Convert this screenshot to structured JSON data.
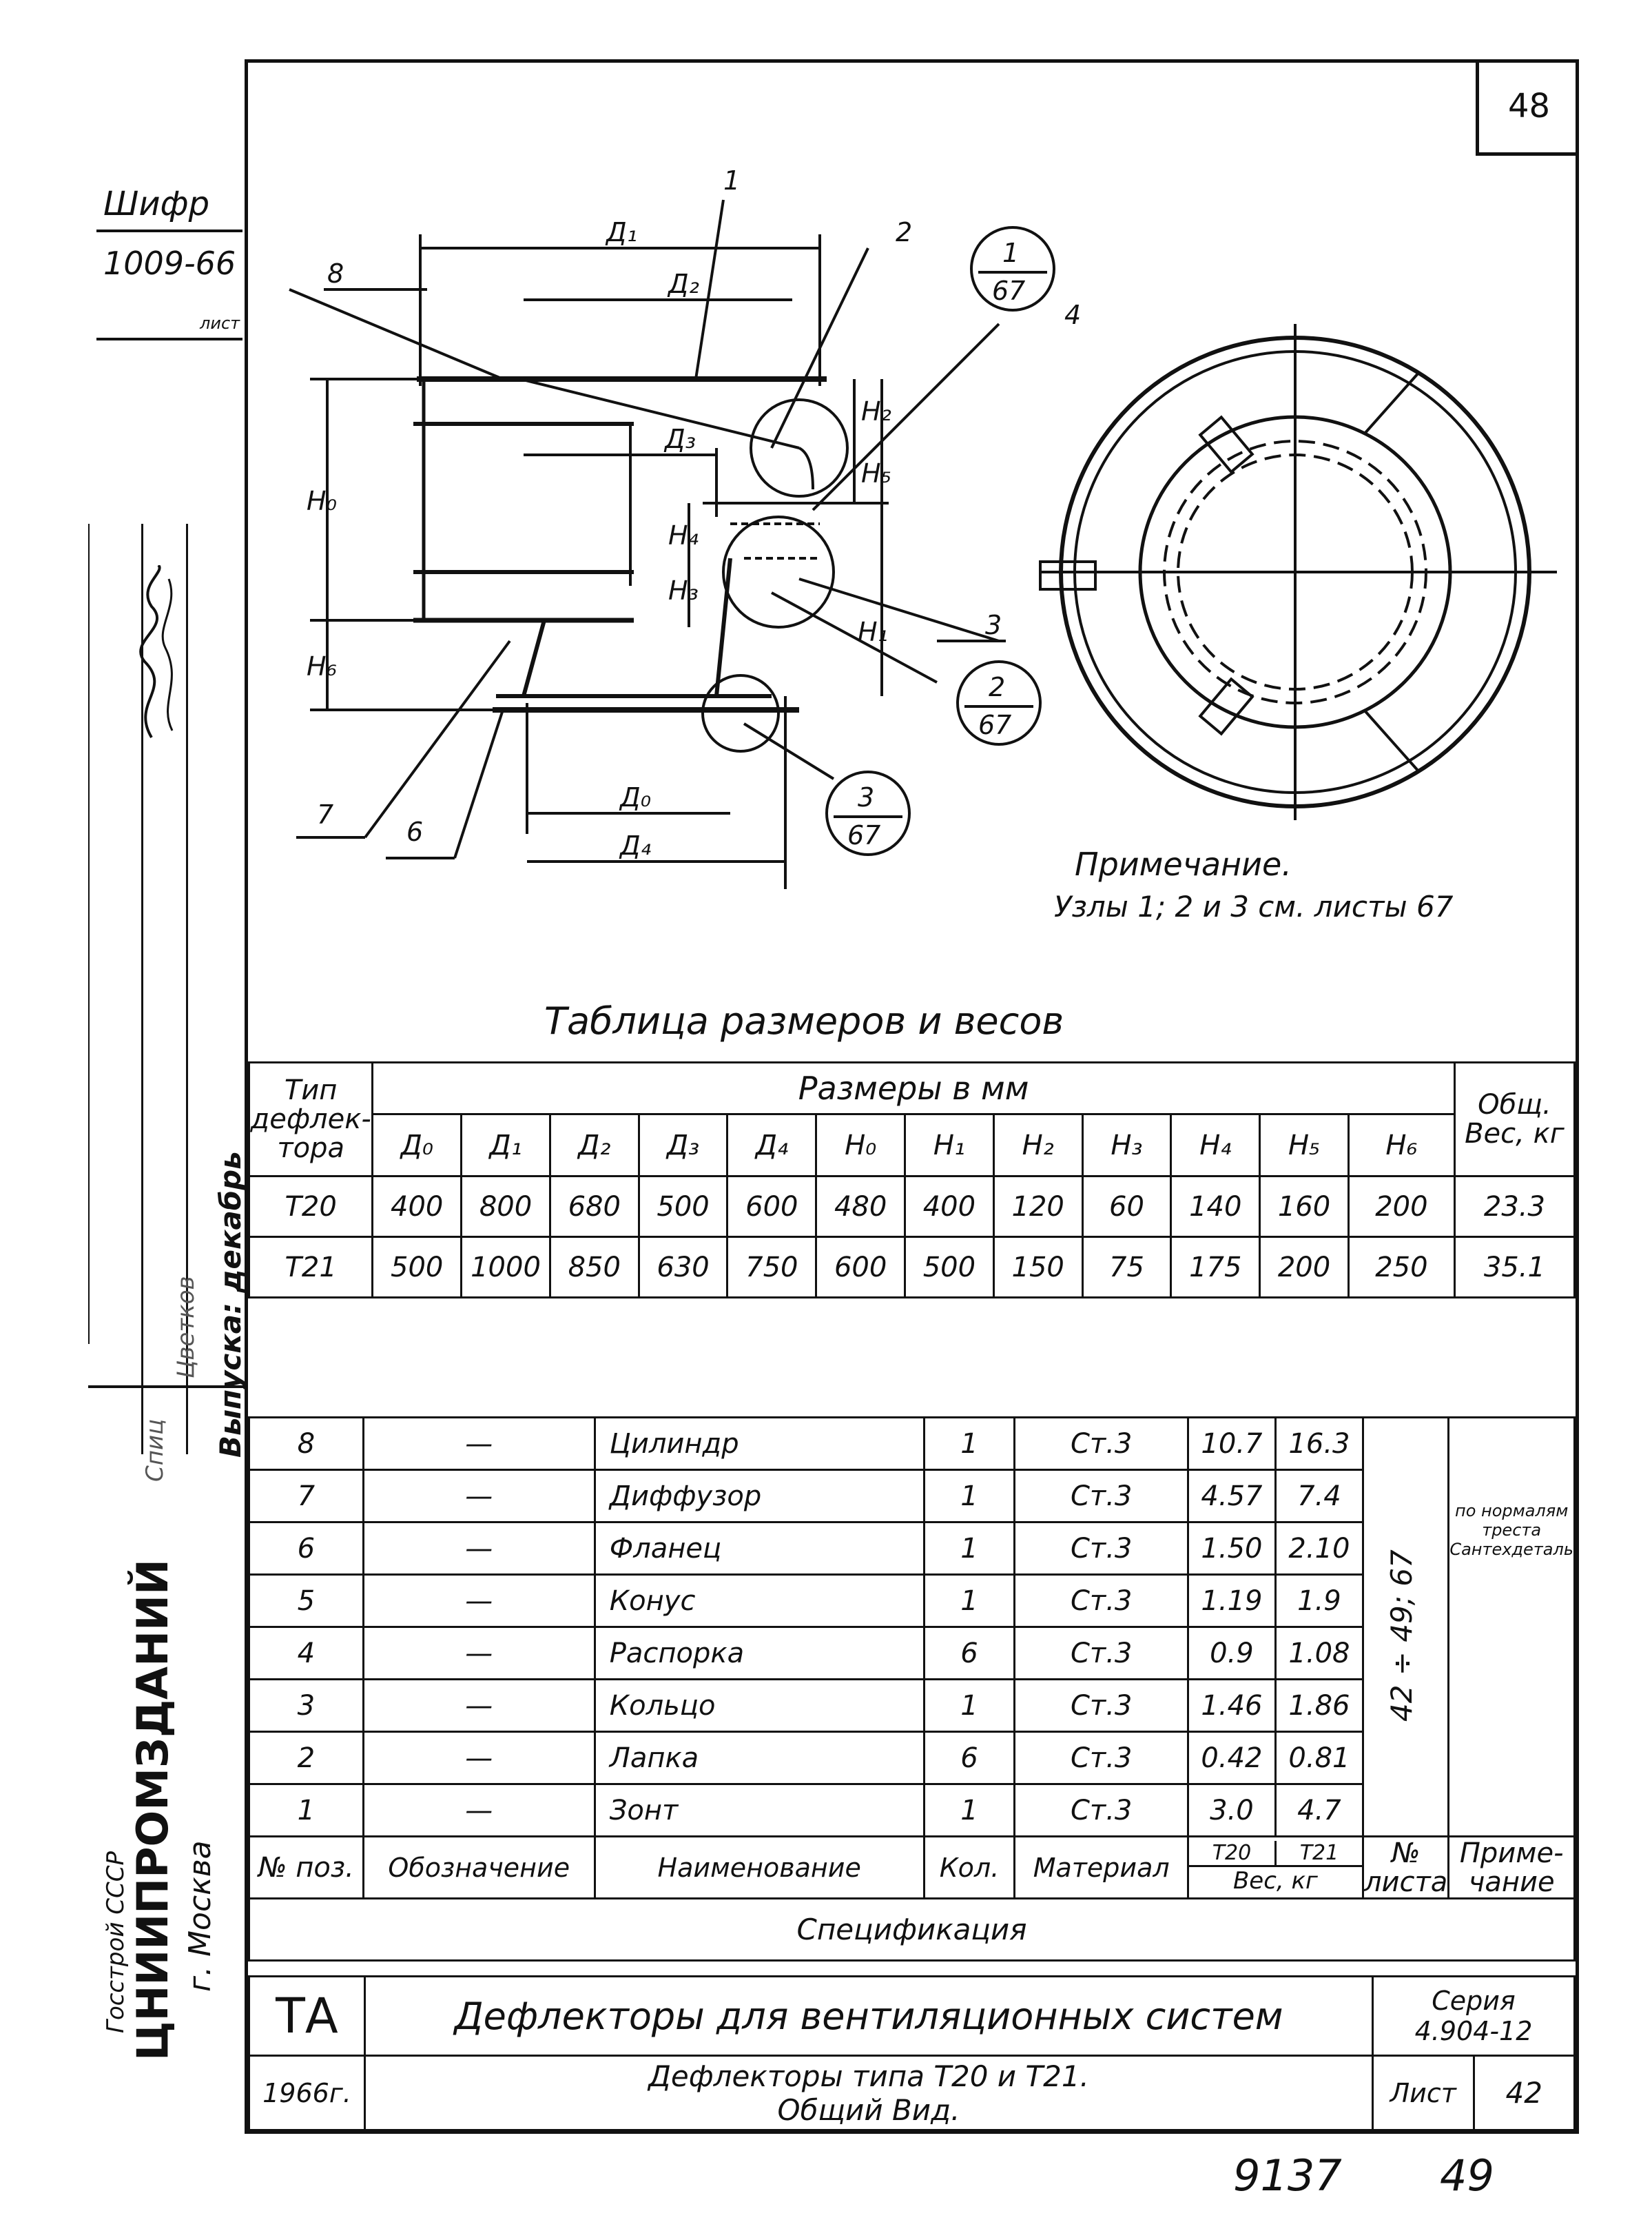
{
  "corner_stamp": {
    "title": "Шифр",
    "code": "1009-66",
    "sheet_label": "лист"
  },
  "page_number": "48",
  "left_margin": {
    "org_country": "Госстрой СССР",
    "org_name": "ЦНИИПРОМЗДАНИЙ",
    "city": "г. Москва",
    "release": "Выпуска: декабрь",
    "notes": [
      "Цветков",
      "Спиц"
    ]
  },
  "drawing": {
    "labels": {
      "D1": "Д₁",
      "D2": "Д₂",
      "D3": "Д₃",
      "D0": "Д₀",
      "D4": "Д₄",
      "H0": "H₀",
      "H2": "H₂",
      "H5": "H₅",
      "H4": "H₄",
      "H3": "H₃",
      "H1": "H₁",
      "H6": "H₆"
    },
    "positions": [
      "1",
      "2",
      "3",
      "4",
      "6",
      "7",
      "8"
    ],
    "node_refs": [
      {
        "node": "1",
        "sheet": "67"
      },
      {
        "node": "2",
        "sheet": "67"
      },
      {
        "node": "3",
        "sheet": "67"
      }
    ],
    "note_title": "Примечание.",
    "note_text": "Узлы 1; 2 и 3 см. листы 67"
  },
  "dims_table": {
    "title": "Таблица размеров и весов",
    "col_type": "Тип дефлек-тора",
    "group_header": "Размеры в мм",
    "col_weight": "Общ. Вес, кг",
    "columns": [
      "Д₀",
      "Д₁",
      "Д₂",
      "Д₃",
      "Д₄",
      "H₀",
      "H₁",
      "H₂",
      "H₃",
      "H₄",
      "H₅",
      "H₆"
    ],
    "rows": [
      {
        "type": "Т20",
        "values": [
          "400",
          "800",
          "680",
          "500",
          "600",
          "480",
          "400",
          "120",
          "60",
          "140",
          "160",
          "200"
        ],
        "weight": "23.3"
      },
      {
        "type": "Т21",
        "values": [
          "500",
          "1000",
          "850",
          "630",
          "750",
          "600",
          "500",
          "150",
          "75",
          "175",
          "200",
          "250"
        ],
        "weight": "35.1"
      }
    ]
  },
  "spec": {
    "rows": [
      {
        "pos": "8",
        "designation": "—",
        "name": "Цилиндр",
        "qty": "1",
        "material": "Ст.3",
        "w20": "10.7",
        "w21": "16.3"
      },
      {
        "pos": "7",
        "designation": "—",
        "name": "Диффузор",
        "qty": "1",
        "material": "Ст.3",
        "w20": "4.57",
        "w21": "7.4"
      },
      {
        "pos": "6",
        "designation": "—",
        "name": "Фланец",
        "qty": "1",
        "material": "Ст.3",
        "w20": "1.50",
        "w21": "2.10"
      },
      {
        "pos": "5",
        "designation": "—",
        "name": "Конус",
        "qty": "1",
        "material": "Ст.3",
        "w20": "1.19",
        "w21": "1.9"
      },
      {
        "pos": "4",
        "designation": "—",
        "name": "Распорка",
        "qty": "6",
        "material": "Ст.3",
        "w20": "0.9",
        "w21": "1.08"
      },
      {
        "pos": "3",
        "designation": "—",
        "name": "Кольцо",
        "qty": "1",
        "material": "Ст.3",
        "w20": "1.46",
        "w21": "1.86"
      },
      {
        "pos": "2",
        "designation": "—",
        "name": "Лапка",
        "qty": "6",
        "material": "Ст.3",
        "w20": "0.42",
        "w21": "0.81"
      },
      {
        "pos": "1",
        "designation": "—",
        "name": "Зонт",
        "qty": "1",
        "material": "Ст.3",
        "w20": "3.0",
        "w21": "4.7"
      }
    ],
    "sheet_ref": "42 ÷ 49; 67",
    "note_norms": "по нормалям треста Сантехдеталь",
    "header": {
      "pos": "№ поз.",
      "designation": "Обозначение",
      "name": "Наименование",
      "qty": "Кол.",
      "material": "Материал",
      "t20": "Т20",
      "t21": "Т21",
      "weight": "Вес, кг",
      "sheet": "№ листа",
      "note": "Приме-чание"
    },
    "title": "Спецификация"
  },
  "title_block": {
    "mark": "ТА",
    "title": "Дефлекторы для вентиляционных систем",
    "series_label": "Серия",
    "series_value": "4.904-12",
    "year": "1966г.",
    "subtitle_1": "Дефлекторы типа Т20 и Т21.",
    "subtitle_2": "Общий Вид.",
    "sheet_label": "Лист",
    "sheet_value": "42"
  },
  "footer_numbers": {
    "left": "9137",
    "right": "49"
  }
}
